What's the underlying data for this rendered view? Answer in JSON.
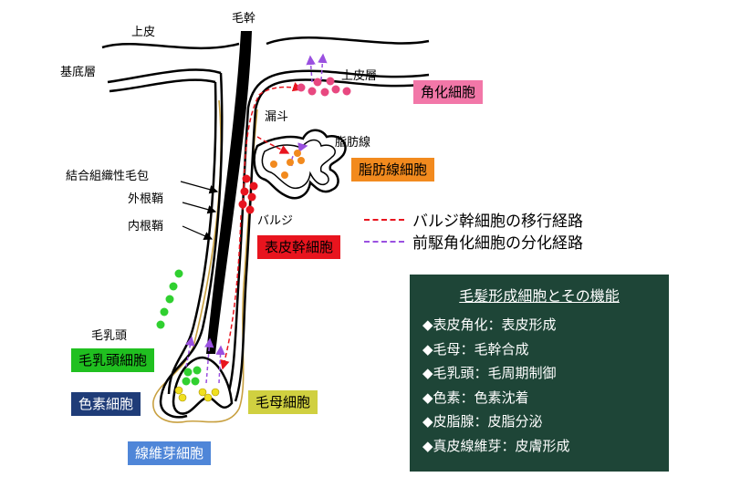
{
  "labels": {
    "hair_shaft": "毛幹",
    "epidermis": "上皮",
    "basal_layer": "基底層",
    "epidermal_layer": "上皮層",
    "infundibulum": "漏斗",
    "sebaceous_gland": "脂肪線",
    "ct_sheath": "結合組織性毛包",
    "outer_root_sheath": "外根鞘",
    "inner_root_sheath": "内根鞘",
    "bulge": "バルジ",
    "dermal_papilla": "毛乳頭"
  },
  "boxes": {
    "keratinocyte": {
      "text": "角化細胞",
      "color": "#f277a8"
    },
    "sebocyte": {
      "text": "脂肪線細胞",
      "color": "#f28a1e"
    },
    "epidermal_stem": {
      "text": "表皮幹細胞",
      "color": "#e8141e"
    },
    "papilla_cell": {
      "text": "毛乳頭細胞",
      "color": "#20c020"
    },
    "melanocyte": {
      "text": "色素細胞",
      "color": "#1f3c78"
    },
    "matrix_cell": {
      "text": "毛母細胞",
      "color": "#d0d040"
    },
    "fibroblast": {
      "text": "線維芽細胞",
      "color": "#4f86d8"
    }
  },
  "legend": {
    "bulge_migration": {
      "text": "バルジ幹細胞の移行経路",
      "color": "#e8141e"
    },
    "progenitor_diff": {
      "text": "前駆角化細胞の分化経路",
      "color": "#9a50e0"
    }
  },
  "functions": {
    "title": "毛髪形成細胞とその機能",
    "items": [
      "◆表皮角化：表皮形成",
      "◆毛母：毛幹合成",
      "◆毛乳頭：毛周期制御",
      "◆色素：色素沈着",
      "◆皮脂腺：皮脂分泌",
      "◆真皮線維芽：皮膚形成"
    ]
  },
  "colors": {
    "sheath": "#c8a040",
    "keratinocyte_dot": "#e84880",
    "stem_dot": "#e8141e",
    "sebocyte_dot": "#f28a1e",
    "papilla_dot": "#30d030",
    "melanocyte_dot": "#f0e020"
  }
}
